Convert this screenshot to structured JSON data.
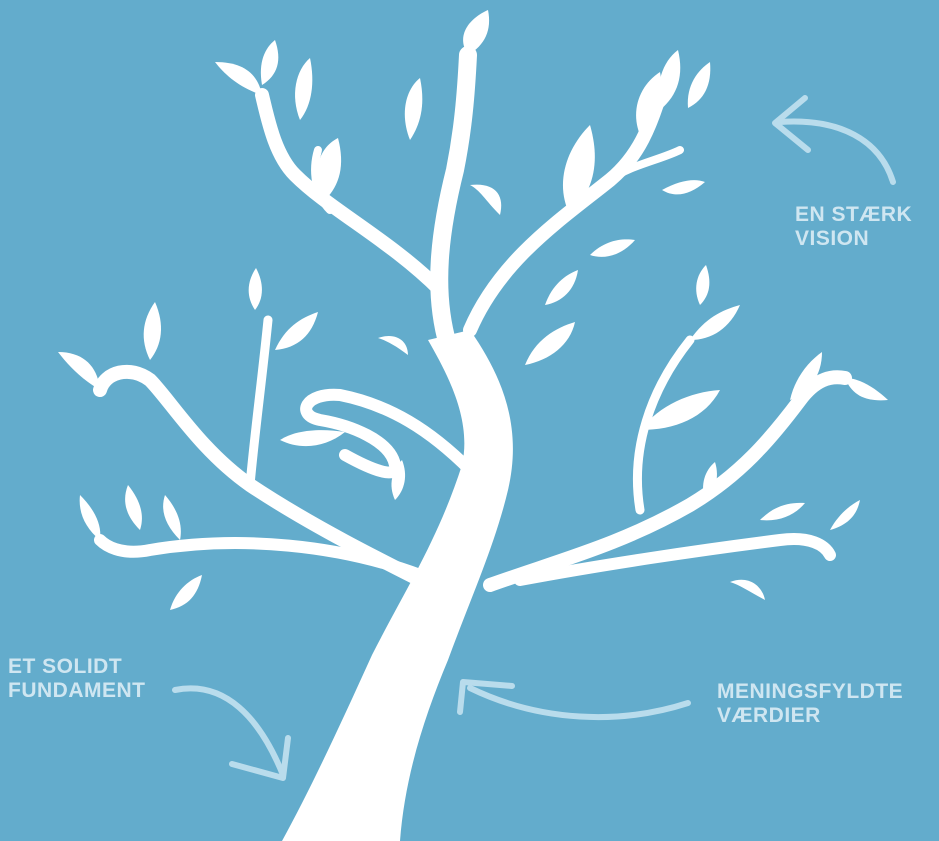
{
  "colors": {
    "background": "#63accc",
    "tree": "#ffffff",
    "label": "#cfe6f1",
    "arrow": "#b9dcec"
  },
  "labels": {
    "vision": {
      "line1": "EN STÆRK",
      "line2": "VISION"
    },
    "values": {
      "line1": "MENINGSFYLDTE",
      "line2": "VÆRDIER"
    },
    "foundation": {
      "line1": "ET SOLIDT",
      "line2": "FUNDAMENT"
    }
  }
}
